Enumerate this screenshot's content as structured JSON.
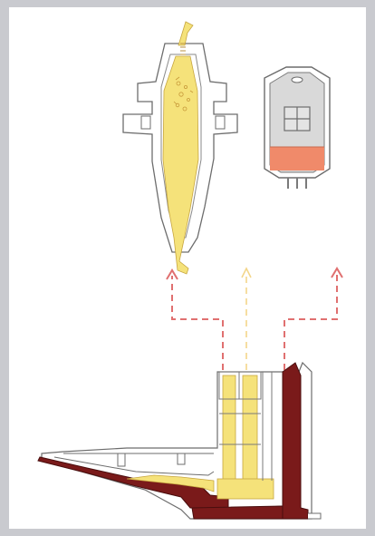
{
  "diagram": {
    "colors": {
      "background": "#c9cacf",
      "panel": "#ffffff",
      "yellow": "#f5e27a",
      "dark_red": "#7a1a1a",
      "salmon": "#f08a6a",
      "outline": "#6d6d6d",
      "arrow": "#e07070",
      "inner_arrow": "#f3d68a"
    },
    "components": [
      {
        "name": "funnel-chamber",
        "icon": "funnel-shape"
      },
      {
        "name": "container-bag",
        "icon": "bag-with-grid"
      },
      {
        "name": "machine-base",
        "icon": "section-view"
      }
    ]
  }
}
